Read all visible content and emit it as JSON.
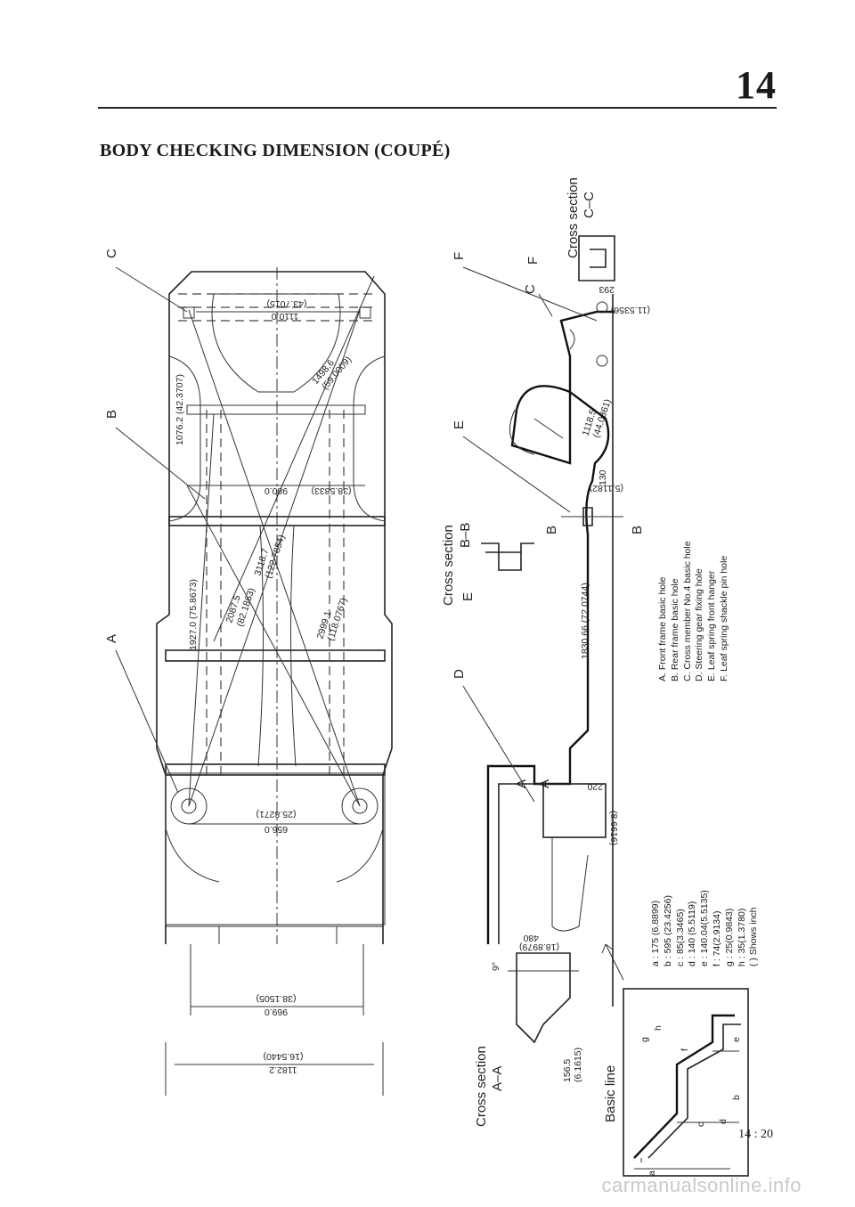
{
  "page": {
    "section_number": "14",
    "title": "BODY CHECKING DIMENSION (COUPÉ)",
    "folio": "14 : 20",
    "watermark": "carmanualsonline.info"
  },
  "labels": {
    "A": "A",
    "B": "B",
    "C": "C",
    "D": "D",
    "E": "E",
    "F": "F",
    "cross_section_aa": "Cross section",
    "aa": "A–A",
    "cross_section_bb": "Cross section",
    "bb": "B–B",
    "cross_section_cc": "Cross section",
    "cc": "C–C",
    "basic_line": "Basic line",
    "arrow_a": "A",
    "arrow_b": "B",
    "arrow_c": "C"
  },
  "dimensions": {
    "d1182": "1182.2",
    "d1182_in": "(16.5440)",
    "d969": "969.0",
    "d969_in": "(38.1505)",
    "d656": "656.0",
    "d656_in": "(25.8271)",
    "d980": "980.0",
    "d980_in": "(38.5833)",
    "d1110": "1110.0",
    "d1110_in": "(43.7015)",
    "d1076": "1076.2 (42.3707)",
    "d1927": "1927.0 (75.8673)",
    "d2087": "2087.5",
    "d2087_in": "(82.1863)",
    "d3118": "3118.7",
    "d3118_in": "(122.7854)",
    "d2999": "2999.1",
    "d2999_in": "(118.0767)",
    "d1498": "1498.6",
    "d1498_in": "(59.0009)",
    "d1830": "1830.66 (72.0744)",
    "d1118": "1118.5",
    "d1118_in": "(44.0361)",
    "d130": "130",
    "d130_in": "(5.1182)",
    "d293": "293",
    "d293_in": "(11.5356)",
    "d220": "220",
    "d220_in": "(8.6616)",
    "d480": "480",
    "d480_in": "(18.8979)",
    "d156": "156.5",
    "d156_in": "(6.1615)",
    "angle": "9°"
  },
  "small_letters": {
    "a": "a",
    "b": "b",
    "c": "c",
    "d": "d",
    "e": "e",
    "f": "f",
    "g": "g",
    "h": "h"
  },
  "dim_key": [
    "a : 175 (6.8899)",
    "b : 595 (23.4256)",
    "c : 85(3.3465)",
    "d : 140 (5.5119)",
    "e : 140.04(5.5135)",
    "f : 74(2.9134)",
    "g : 25(0.9843)",
    "h : 35(1.3780)",
    "(   ) Shows inch"
  ],
  "point_key": [
    "A. Front frame basic hole",
    "B. Rear frame basic hole",
    "C. Cross member No.4 basic hole",
    "D. Steering gear fixing hole",
    "E. Leaf spring front hanger",
    "F. Leaf spring shackle pin hole"
  ]
}
